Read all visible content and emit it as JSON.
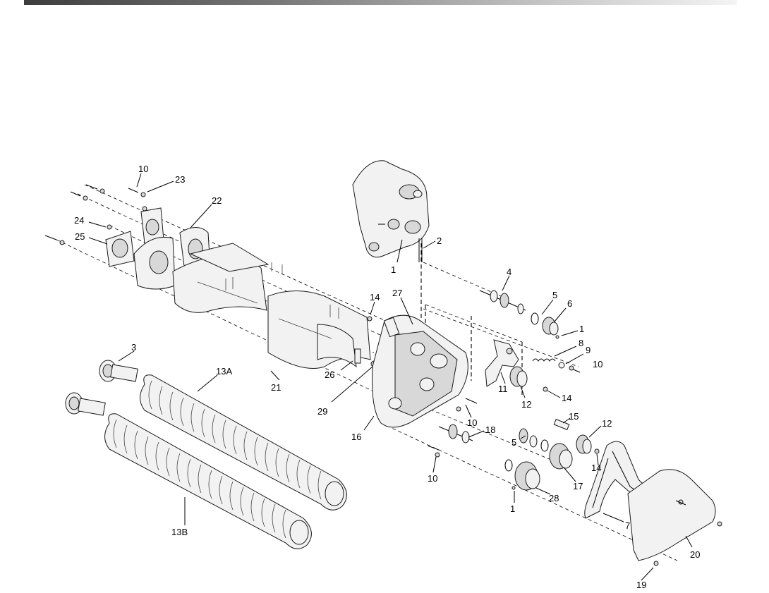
{
  "callouts": {
    "c10a": "10",
    "c23": "23",
    "c22": "22",
    "c24": "24",
    "c25": "25",
    "c1a": "1",
    "c2": "2",
    "c4": "4",
    "c5a": "5",
    "c6": "6",
    "c1b": "1",
    "c8": "8",
    "c9": "9",
    "c10b": "10",
    "c27": "27",
    "c14a": "14",
    "c3": "3",
    "c13a": "13A",
    "c21": "21",
    "c26": "26",
    "c29": "29",
    "c11": "11",
    "c12a": "12",
    "c14b": "14",
    "c10c": "10",
    "c16": "16",
    "c18": "18",
    "c15": "15",
    "c12b": "12",
    "c5b": "5",
    "c14c": "14",
    "c17": "17",
    "c10d": "10",
    "c28": "28",
    "c1c": "1",
    "c7": "7",
    "c13b": "13B",
    "c20": "20",
    "c19": "19"
  }
}
